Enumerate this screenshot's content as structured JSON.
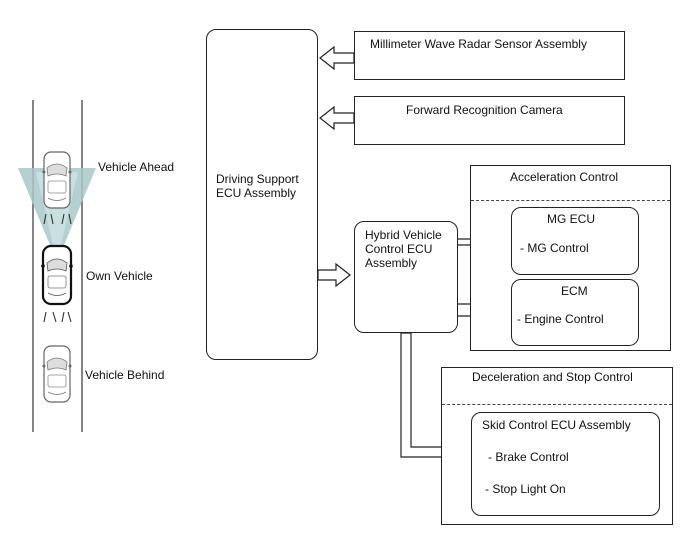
{
  "scene": {
    "vehicle_ahead": "Vehicle Ahead",
    "own_vehicle": "Own Vehicle",
    "vehicle_behind": "Vehicle Behind"
  },
  "blocks": {
    "driving_support_ecu": [
      "Driving Support",
      "ECU Assembly"
    ],
    "radar_sensor": "Millimeter Wave Radar Sensor Assembly",
    "forward_camera": "Forward Recognition Camera",
    "hybrid_ecu": [
      "Hybrid Vehicle",
      "Control ECU",
      "Assembly"
    ],
    "acceleration_group": {
      "title": "Acceleration Control",
      "mg_ecu": {
        "title": "MG ECU",
        "item": "- MG Control"
      },
      "ecm": {
        "title": "ECM",
        "item": "- Engine Control"
      }
    },
    "deceleration_group": {
      "title": "Deceleration and Stop Control",
      "skid_ecu": {
        "title": "Skid Control ECU Assembly",
        "items": [
          "- Brake Control",
          "- Stop Light On"
        ]
      }
    }
  }
}
